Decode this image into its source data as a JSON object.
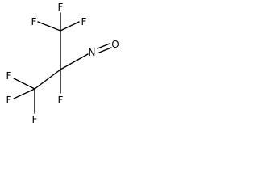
{
  "molecule": {
    "atoms": {
      "f_top": "F",
      "f_left_upper": "F",
      "f_right_upper": "F",
      "f_mid": "F",
      "f_left_lower": "F",
      "f_bottom": "F",
      "f_left_bottom": "F",
      "n": "N",
      "o": "O"
    },
    "colors": {
      "bond": "#000000",
      "text": "#000000",
      "background": "#ffffff"
    }
  }
}
